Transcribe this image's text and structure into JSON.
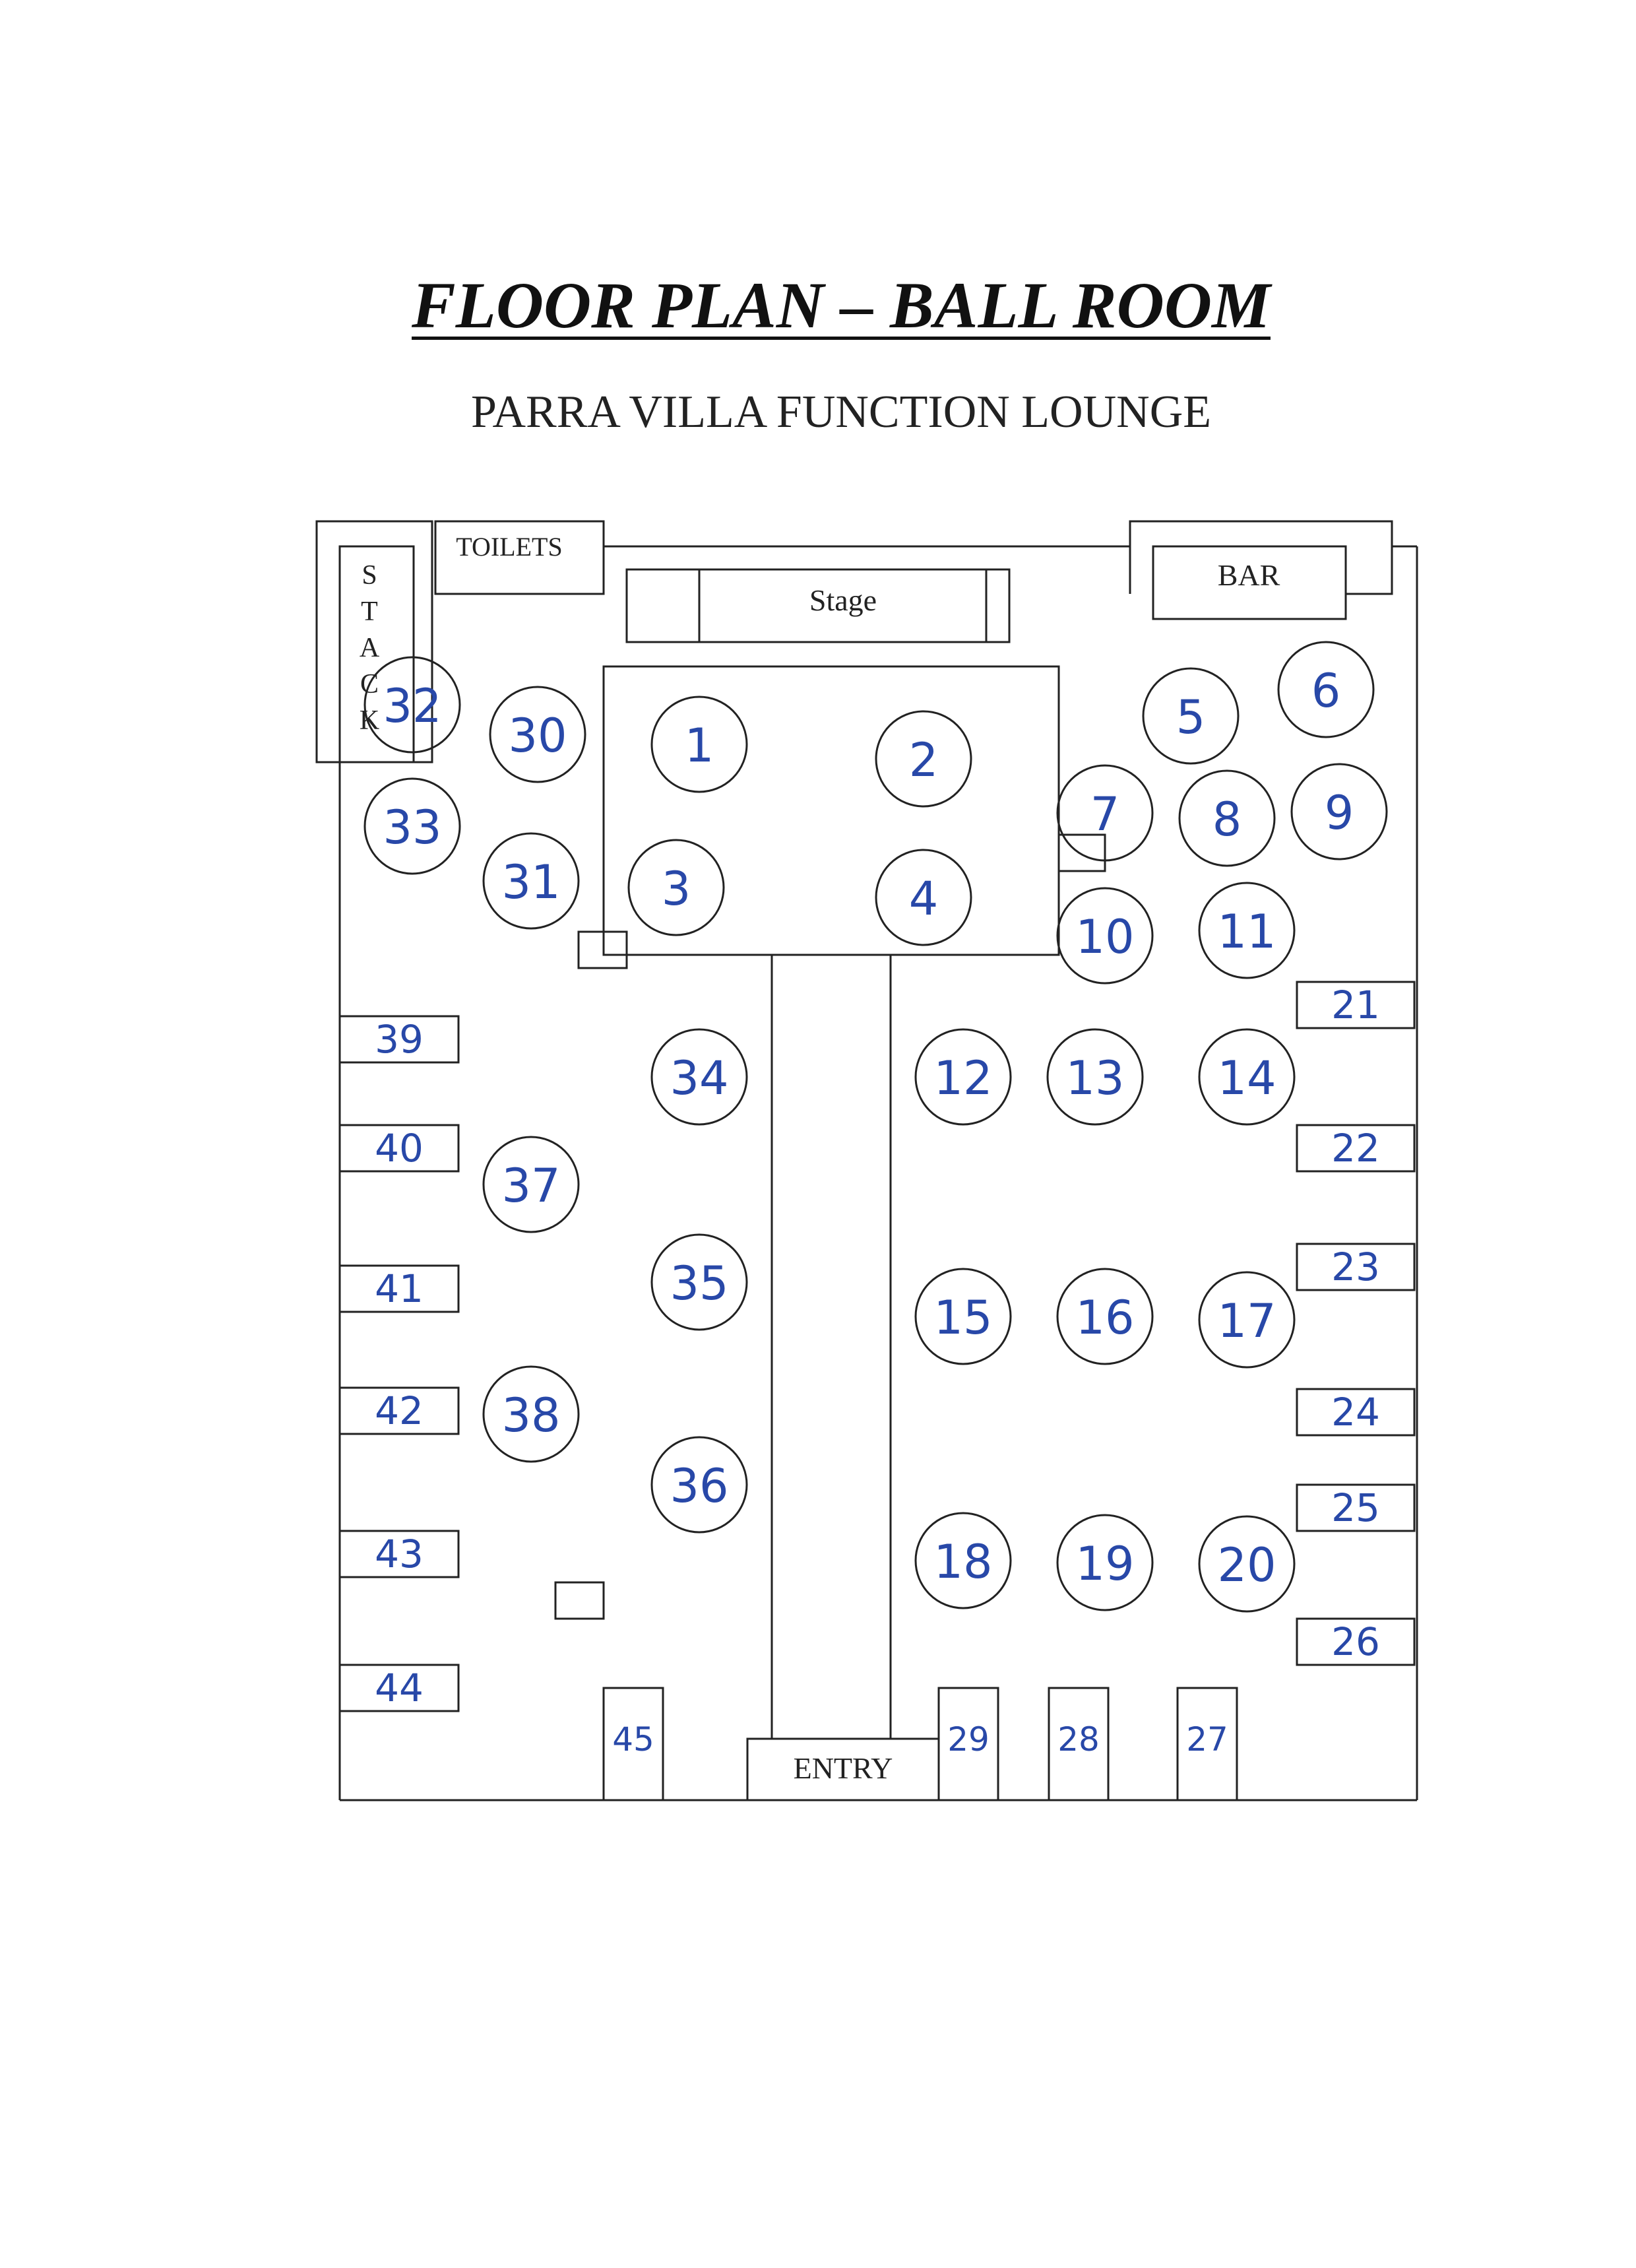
{
  "header": {
    "title": "FLOOR PLAN – BALL ROOM",
    "subtitle": "PARRA VILLA FUNCTION LOUNGE"
  },
  "room_labels": {
    "toilets": "TOILETS",
    "bar": "BAR",
    "stage": "Stage",
    "entry": "ENTRY",
    "stack": [
      "S",
      "T",
      "A",
      "C",
      "K"
    ]
  },
  "colors": {
    "ink": "#222222",
    "handwriting": "#2848a8"
  },
  "round_tables": [
    "1",
    "2",
    "3",
    "4",
    "5",
    "6",
    "7",
    "8",
    "9",
    "10",
    "11",
    "12",
    "13",
    "14",
    "15",
    "16",
    "17",
    "18",
    "19",
    "20",
    "30",
    "31",
    "32",
    "33",
    "34",
    "35",
    "36",
    "37",
    "38"
  ],
  "rect_tables": [
    "21",
    "22",
    "23",
    "24",
    "25",
    "26",
    "27",
    "28",
    "29",
    "39",
    "40",
    "41",
    "42",
    "43",
    "44",
    "45"
  ]
}
